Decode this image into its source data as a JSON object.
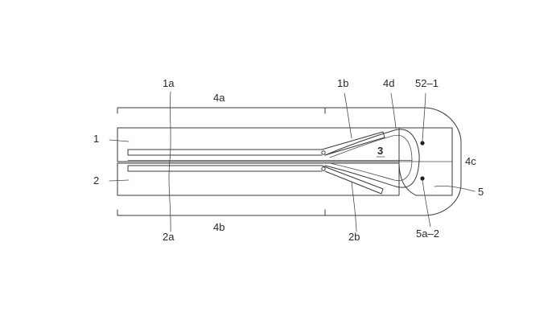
{
  "labels": {
    "l1": "1",
    "l2": "2",
    "l1a": "1a",
    "l2a": "2a",
    "l1b": "1b",
    "l2b": "2b",
    "l3": "3",
    "l4a": "4a",
    "l4b": "4b",
    "l4c": "4c",
    "l4d": "4d",
    "l5": "5",
    "l52_1": "52–1",
    "l5a_2": "5a–2"
  }
}
